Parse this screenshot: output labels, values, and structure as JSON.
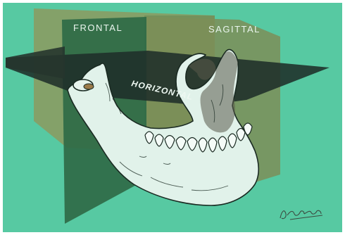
{
  "labels": {
    "frontal": "FRONTAL",
    "sagittal": "SAGITTAL",
    "horizontal": "HORIZONTAL"
  },
  "colors": {
    "background": "#57c9a2",
    "frontal_plane": "#356f4c",
    "sagittal_plane": "#7f8f5a",
    "horizontal_plane": "#1e2e28",
    "bone": "#e2f1ea",
    "outline": "#1a2a22"
  },
  "signature_text": "Gromwich"
}
